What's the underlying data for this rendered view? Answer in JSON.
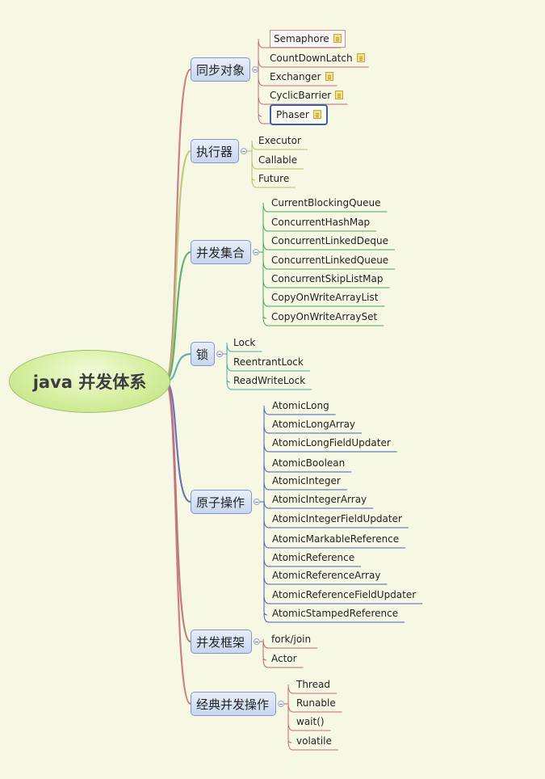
{
  "root": {
    "label": "java 并发体系"
  },
  "colors": {
    "background": "#f6f8e3",
    "sync": "#c4697a",
    "executor": "#b5c06a",
    "collections": "#4aa458",
    "lock": "#4aa6a3",
    "atomic": "#4f5cb6",
    "framework": "#b06a6a",
    "classic": "#c4697a"
  },
  "branches": [
    {
      "label": "同步对象",
      "color": "sync",
      "items": [
        {
          "label": "Semaphore",
          "note": true
        },
        {
          "label": "CountDownLatch",
          "note": true
        },
        {
          "label": "Exchanger",
          "note": true
        },
        {
          "label": "CyclicBarrier",
          "note": true
        },
        {
          "label": "Phaser",
          "note": true,
          "selected": true
        }
      ]
    },
    {
      "label": "执行器",
      "color": "executor",
      "items": [
        {
          "label": "Executor"
        },
        {
          "label": "Callable"
        },
        {
          "label": "Future"
        }
      ]
    },
    {
      "label": "并发集合",
      "color": "collections",
      "items": [
        {
          "label": "CurrentBlockingQueue"
        },
        {
          "label": "ConcurrentHashMap"
        },
        {
          "label": "ConcurrentLinkedDeque"
        },
        {
          "label": "ConcurrentLinkedQueue"
        },
        {
          "label": "ConcurrentSkipListMap"
        },
        {
          "label": "CopyOnWriteArrayList"
        },
        {
          "label": "CopyOnWriteArraySet"
        }
      ]
    },
    {
      "label": "锁",
      "color": "lock",
      "items": [
        {
          "label": "Lock"
        },
        {
          "label": "ReentrantLock"
        },
        {
          "label": "ReadWriteLock"
        }
      ]
    },
    {
      "label": "原子操作",
      "color": "atomic",
      "items": [
        {
          "label": "AtomicLong"
        },
        {
          "label": "AtomicLongArray"
        },
        {
          "label": "AtomicLongFieldUpdater"
        },
        {
          "label": "AtomicBoolean"
        },
        {
          "label": "AtomicInteger"
        },
        {
          "label": "AtomicIntegerArray"
        },
        {
          "label": "AtomicIntegerFieldUpdater"
        },
        {
          "label": "AtomicMarkableReference"
        },
        {
          "label": "AtomicReference"
        },
        {
          "label": "AtomicReferenceArray"
        },
        {
          "label": "AtomicReferenceFieldUpdater"
        },
        {
          "label": "AtomicStampedReference"
        }
      ]
    },
    {
      "label": "并发框架",
      "color": "framework",
      "items": [
        {
          "label": "fork/join"
        },
        {
          "label": "Actor"
        }
      ]
    },
    {
      "label": "经典并发操作",
      "color": "classic",
      "items": [
        {
          "label": "Thread"
        },
        {
          "label": "Runable"
        },
        {
          "label": "wait()"
        },
        {
          "label": "volatile"
        }
      ]
    }
  ]
}
